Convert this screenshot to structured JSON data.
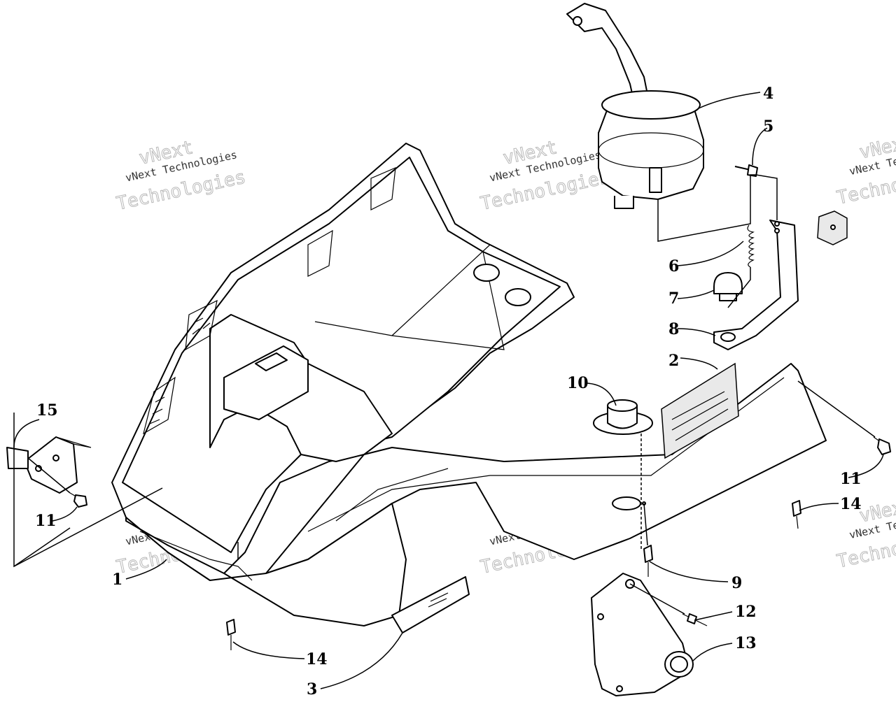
{
  "watermark": {
    "company": "vNext Technologies",
    "brand": "vNext",
    "word": "Technologies"
  },
  "callouts": [
    "1",
    "2",
    "3",
    "4",
    "5",
    "6",
    "7",
    "8",
    "9",
    "10",
    "11",
    "11",
    "12",
    "13",
    "14",
    "14",
    "15"
  ]
}
